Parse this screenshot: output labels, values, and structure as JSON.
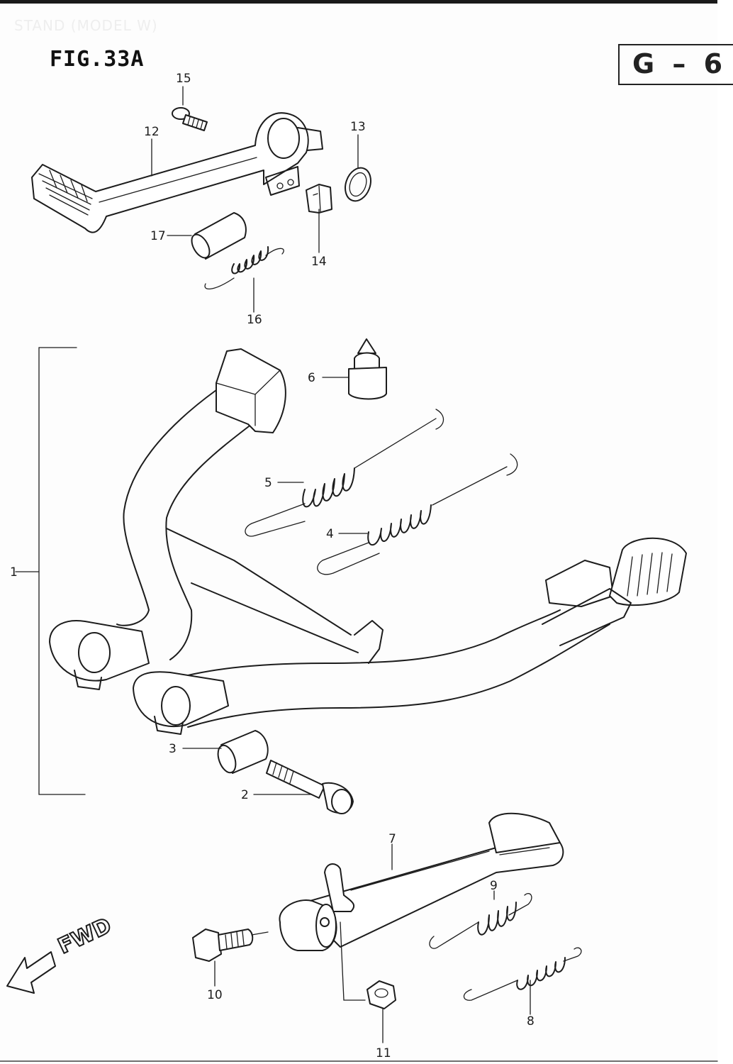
{
  "header": {
    "faint_title": "STAND (MODEL W)",
    "figure_title": "FIG.33A",
    "page_badge": "G – 6"
  },
  "direction_label": "FWD",
  "callouts": [
    "1",
    "2",
    "3",
    "4",
    "5",
    "6",
    "7",
    "8",
    "9",
    "10",
    "11",
    "12",
    "13",
    "14",
    "15",
    "16",
    "17"
  ]
}
